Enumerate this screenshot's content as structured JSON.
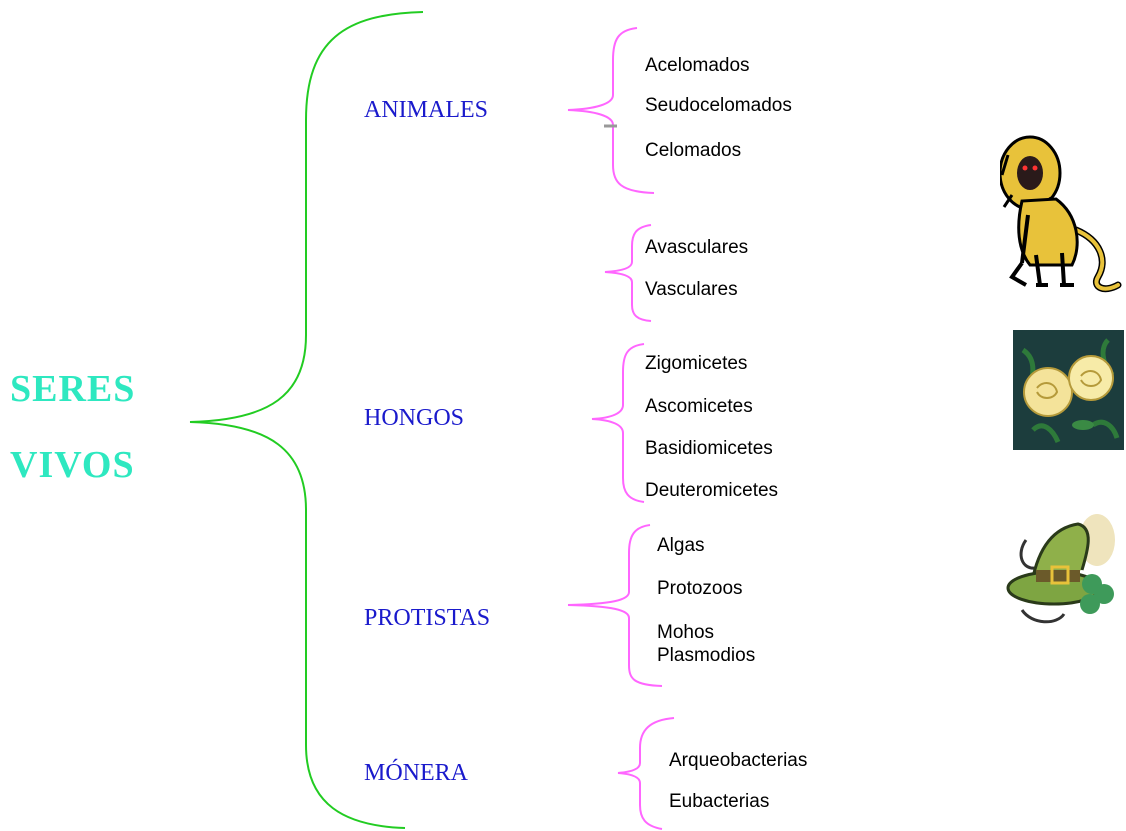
{
  "root": {
    "line1": "SERES",
    "line2": "VIVOS"
  },
  "categories": [
    {
      "label": "ANIMALES",
      "items": [
        "Acelomados",
        "Seudocelomados",
        "Celomados"
      ]
    },
    {
      "label": "",
      "items": [
        "Avasculares",
        "Vasculares"
      ]
    },
    {
      "label": "HONGOS",
      "items": [
        "Zigomicetes",
        "Ascomicetes",
        "Basidiomicetes",
        "Deuteromicetes"
      ]
    },
    {
      "label": "PROTISTAS",
      "items": [
        "Algas",
        "Protozoos",
        "Mohos\nPlasmodios"
      ]
    },
    {
      "label": "MÓNERA",
      "items": [
        "Arqueobacterias",
        "Eubacterias"
      ]
    }
  ],
  "colors": {
    "root_text": "#2ee8c0",
    "category_text": "#1a1acc",
    "main_bracket": "#22cc22",
    "sub_bracket": "#ff66ff",
    "item_text": "#000000"
  },
  "illustrations": [
    "monkey-clipart",
    "roses-clipart",
    "hat-clover-clipart"
  ]
}
